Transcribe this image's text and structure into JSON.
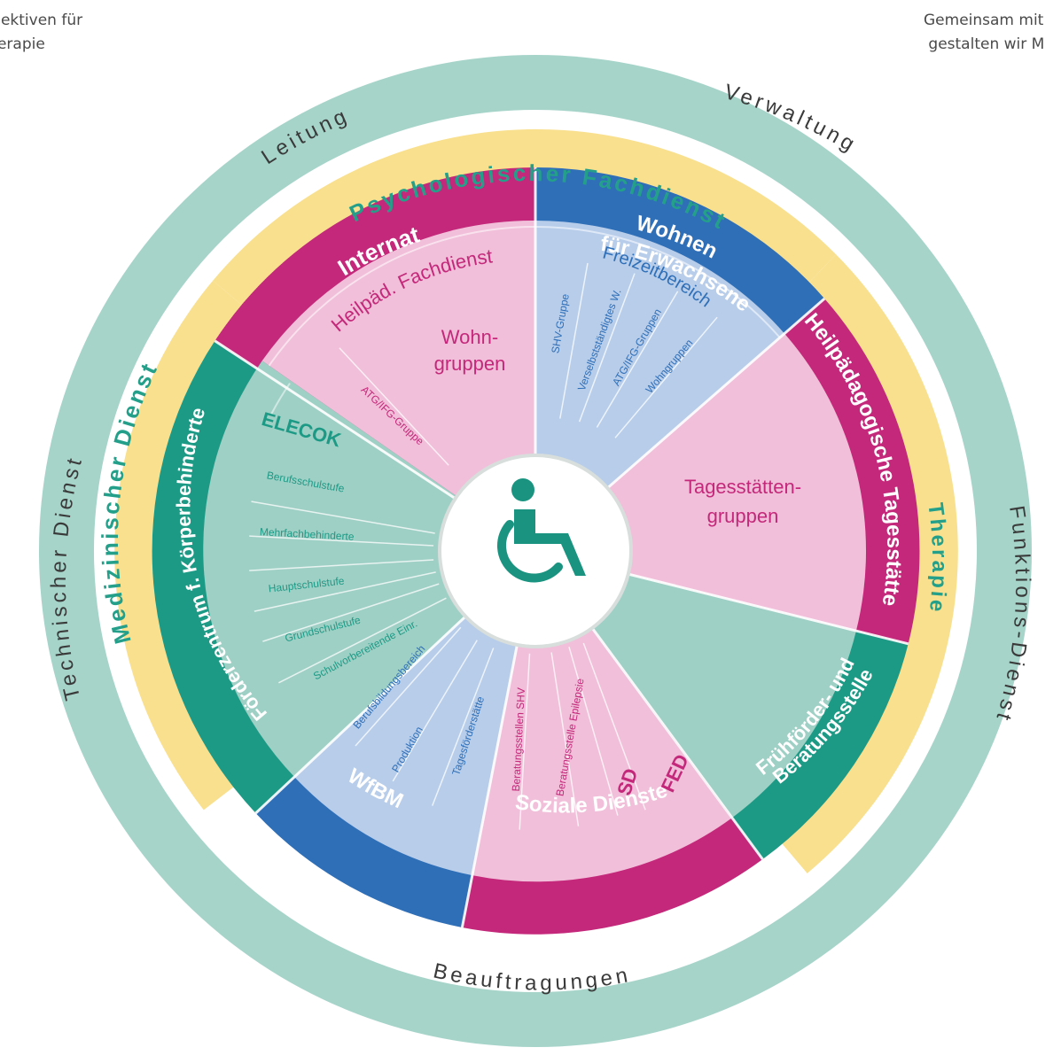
{
  "page": {
    "corner_left": "   Perspektiven für\n   g, Therapie\n   g.",
    "corner_right": "Gemeinsam mit\n gestalten wir M"
  },
  "colors": {
    "teal_ring": "#a6d4c9",
    "yellow_ring": "#f9e08f",
    "magenta": "#c4287a",
    "blue": "#2f6fb8",
    "teal": "#1d9a86",
    "light_pink": "#f1bfd9",
    "light_blue": "#b7cdea",
    "light_teal": "#9fd0c5",
    "icon": "#1a9480"
  },
  "outer_ring": {
    "leitung": "Leitung",
    "verwaltung": "Verwaltung",
    "technischer_dienst": "Technischer Dienst",
    "funktions_dienst": "Funktions-Dienst",
    "beauftragungen": "Beauftragungen"
  },
  "middle_ring": {
    "psychologischer_fachdienst": "Psychologischer Fachdienst",
    "medizinischer_dienst": "Medizinischer Dienst",
    "therapie": "Therapie"
  },
  "sectors": {
    "internat": {
      "title": "Internat",
      "subtitle": "Heilpäd. Fachdienst",
      "inner_line1": "Wohn-",
      "inner_line2": "gruppen",
      "group": "ATG/IFG-Gruppe"
    },
    "wohnen": {
      "title_line1": "Wohnen",
      "title_line2": "für Erwachsene",
      "subtitle": "Freizeitbereich",
      "items": [
        "SHV-Gruppe",
        "Verselbstständigtes W.",
        "ATG/IFG-Gruppen",
        "Wohngruppen"
      ]
    },
    "tagesstaette": {
      "title": "Heilpädagogische Tagesstätte",
      "inner_line1": "Tagesstätten-",
      "inner_line2": "gruppen"
    },
    "fruehfoerder": {
      "title_line1": "Frühförder- und",
      "title_line2": "Beratungsstelle"
    },
    "soziale_dienste": {
      "title": "Soziale Dienste",
      "items": [
        "Beratungsstellen SHV",
        "Beratungsstelle Epilepsie",
        "SD",
        "FED"
      ]
    },
    "wfbm": {
      "title": "WfBM",
      "items": [
        "Berufsbildungsbereich",
        "Produktion",
        "Tagesförderstätte"
      ]
    },
    "foerderzentrum": {
      "title": "Förderzentrum f. Körperbehinderte",
      "subtitle": "ELECOK",
      "items": [
        "Berufsschulstufe",
        "Mehrfachbehinderte",
        "Hauptschulstufe",
        "Grundschulstufe",
        "Schulvorbereitende Einr."
      ]
    }
  },
  "center": {
    "icon": "wheelchair-icon"
  }
}
